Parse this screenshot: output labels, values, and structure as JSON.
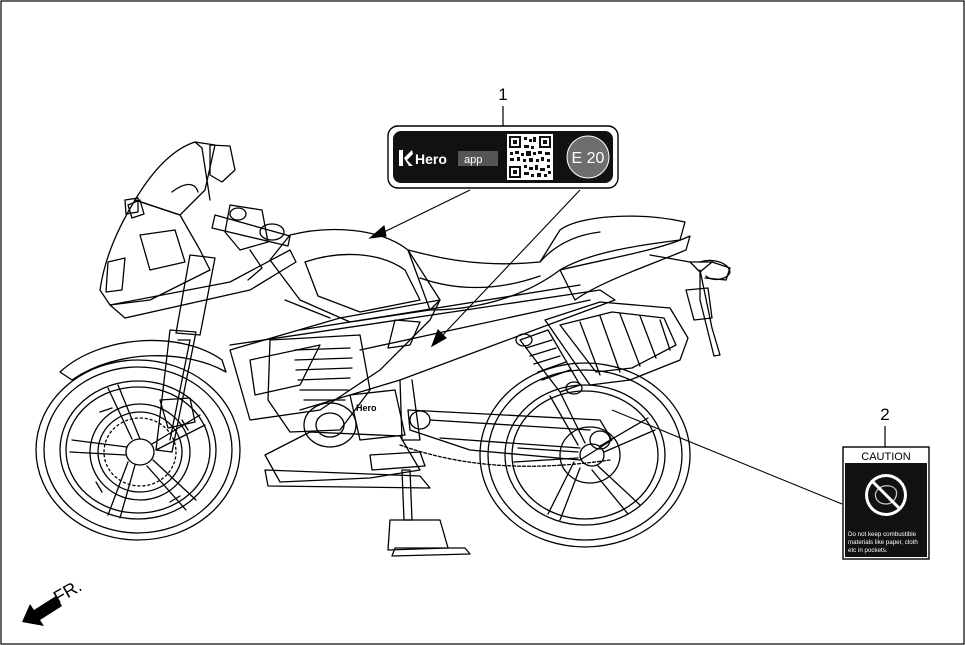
{
  "callouts": [
    {
      "number": "1"
    },
    {
      "number": "2"
    }
  ],
  "sticker_1": {
    "brand": "Hero",
    "app_tag": "app",
    "fuel_badge": "E 20"
  },
  "sticker_2": {
    "header": "CAUTION",
    "lines": [
      "Do not keep combustible",
      "materials like paper, cloth",
      "etc in pockets."
    ]
  },
  "bike": {
    "tank_logo": "Hero"
  },
  "direction": {
    "text": "FR."
  }
}
